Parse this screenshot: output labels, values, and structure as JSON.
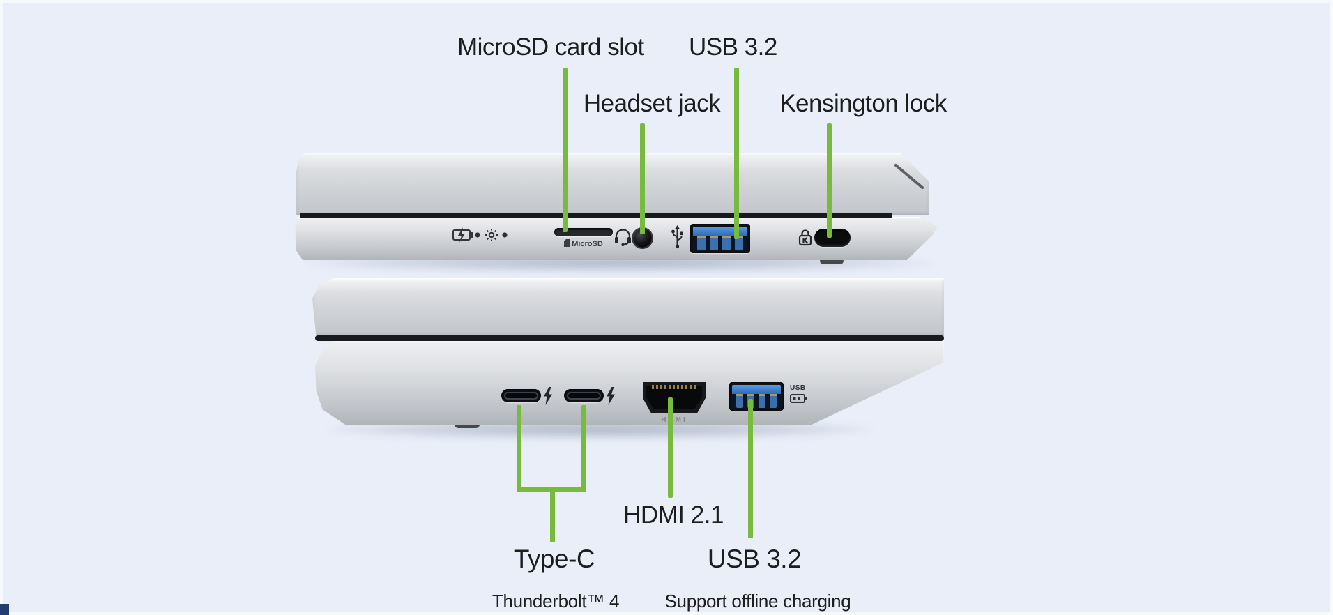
{
  "page": {
    "background": "#e9eef9",
    "accent_green": "#78ba3e",
    "text_color": "#1d1d1f",
    "laptop_silver": "#ced1d5",
    "usb_port_blue": "#2f6fc0"
  },
  "top_view": {
    "side": "right-side-of-laptop",
    "labels": {
      "microsd": "MicroSD card slot",
      "usb": "USB 3.2",
      "headset": "Headset jack",
      "kensington": "Kensington lock"
    },
    "markings": {
      "microsd": "MicroSD"
    },
    "icons": [
      "battery-charging-indicator-icon",
      "power-indicator-icon",
      "indicator-led-dot",
      "sd-card-icon",
      "headset-icon",
      "usb-trident-icon",
      "kensington-k-lock-icon"
    ]
  },
  "bottom_view": {
    "side": "left-side-of-laptop",
    "labels": {
      "typec": "Type-C",
      "typec_sub": "Thunderbolt™ 4",
      "hdmi": "HDMI 2.1",
      "usb": "USB 3.2",
      "usb_sub": "Support offline charging"
    },
    "markings": {
      "hdmi": "HDMI",
      "usb": "USB"
    },
    "icons": [
      "thunderbolt-icon",
      "thunderbolt-icon",
      "usb-offline-charging-battery-icon"
    ]
  }
}
